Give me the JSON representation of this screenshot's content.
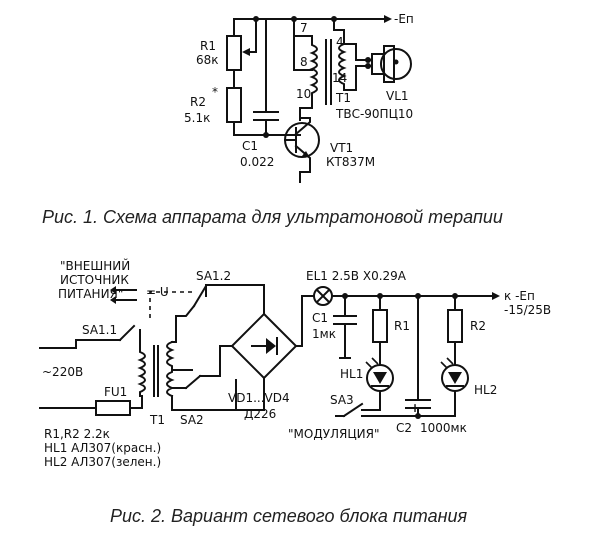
{
  "figure1": {
    "caption": "Рис. 1. Схема аппарата для ультратоновой терапии",
    "labels": {
      "r1": "R1",
      "r1_value": "68к",
      "r2": "R2",
      "r2_mark": "*",
      "r2_value": "5.1к",
      "c1": "C1",
      "c1_value": "0.022",
      "vt1": "VT1",
      "vt1_type": "КТ837М",
      "t1": "T1",
      "t1_type": "ТВС-90ПЦ10",
      "vl1": "VL1",
      "supply": "-Eп",
      "pin7": "7",
      "pin8": "8",
      "pin10": "10",
      "pin4": "4",
      "pin14": "14"
    }
  },
  "figure2": {
    "caption": "Рис. 2. Вариант сетевого блока питания",
    "labels": {
      "ext_line1": "\"ВНЕШНИЙ",
      "ext_line2": "ИСТОЧНИК",
      "ext_line3": "ПИТАНИЯ\"",
      "u": "= U",
      "sa12": "SA1.2",
      "sa11": "SA1.1",
      "mains": "~220В",
      "fu1": "FU1",
      "t1": "T1",
      "sa2": "SA2",
      "diodes": "VD1...VD4",
      "diode_type": "Д226",
      "el1": "EL1  2.5В  Х0.29А",
      "c1": "C1",
      "c1_value": "1мк",
      "r1": "R1",
      "r2": "R2",
      "hl1": "HL1",
      "hl2": "HL2",
      "sa3": "SA3",
      "modulation": "\"МОДУЛЯЦИЯ\"",
      "c2": "C2",
      "c2_value": "1000мк",
      "plus": "+",
      "out_line1": "к  -Eп",
      "out_line2": "-15/25В",
      "parts_line1": "R1,R2  2.2к",
      "parts_line2": "HL1  АЛ307(красн.)",
      "parts_line3": "HL2  АЛ307(зелен.)"
    }
  }
}
